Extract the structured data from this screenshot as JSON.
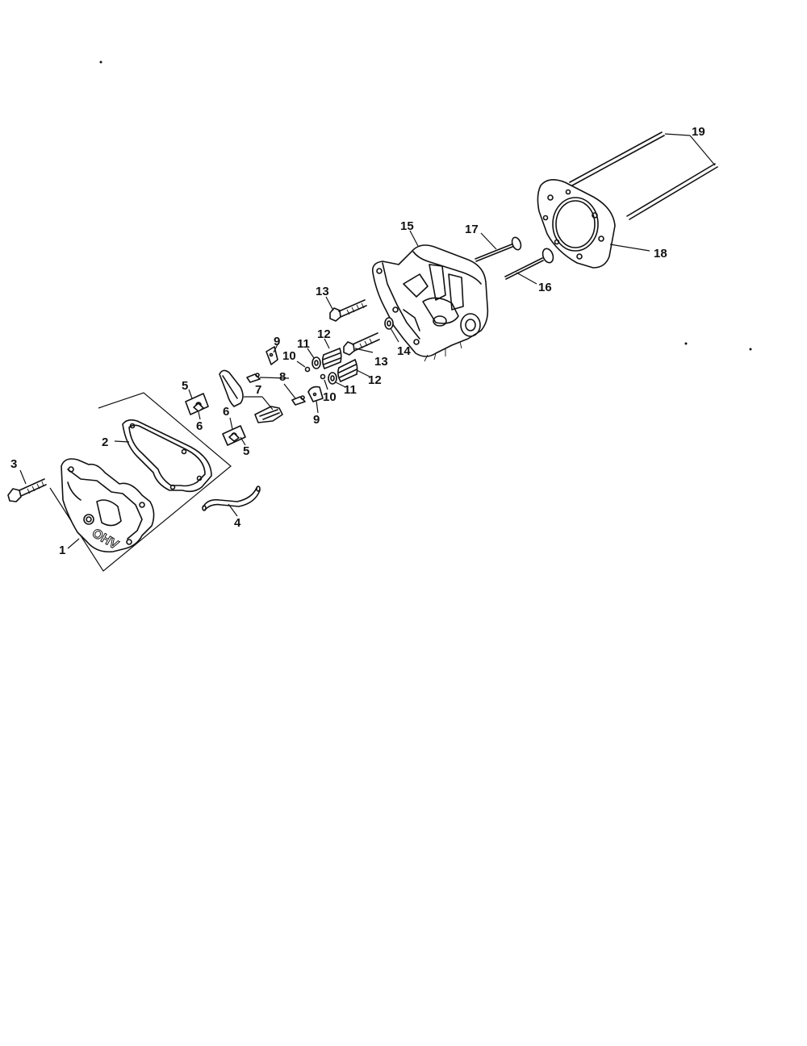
{
  "callouts": {
    "c1": "1",
    "c2": "2",
    "c3": "3",
    "c4": "4",
    "c5a": "5",
    "c5b": "5",
    "c6a": "6",
    "c6b": "6",
    "c7": "7",
    "c8": "8",
    "c9a": "9",
    "c9b": "9",
    "c10a": "10",
    "c10b": "10",
    "c11a": "11",
    "c11b": "11",
    "c12a": "12",
    "c12b": "12",
    "c13a": "13",
    "c13b": "13",
    "c14": "14",
    "c15": "15",
    "c16": "16",
    "c17": "17",
    "c18": "18",
    "c19": "19"
  },
  "cover_stamp": "OHV"
}
